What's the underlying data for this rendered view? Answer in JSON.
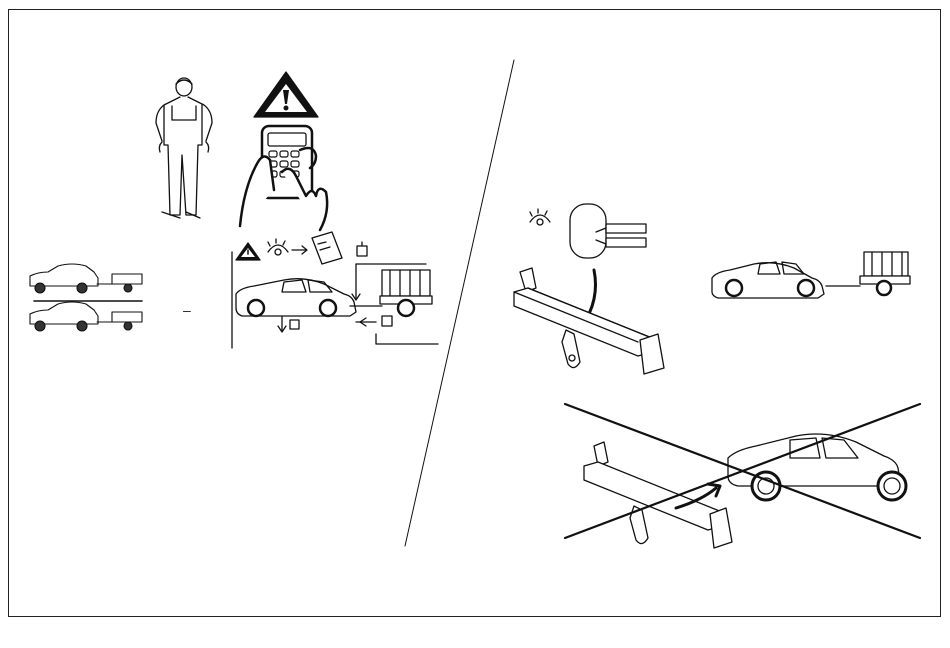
{
  "page": {
    "separator": "–",
    "accent": "#111111",
    "panels": [
      {
        "name": "left",
        "icons": [
          "installer-person",
          "warning-triangle-icon",
          "calculator-icon",
          "eye-icon",
          "manual-icon",
          "weight-icon"
        ]
      },
      {
        "name": "right",
        "icons": [
          "eye-icon",
          "tow-bar",
          "car-with-trailer",
          "crossed-out-car"
        ]
      }
    ]
  }
}
